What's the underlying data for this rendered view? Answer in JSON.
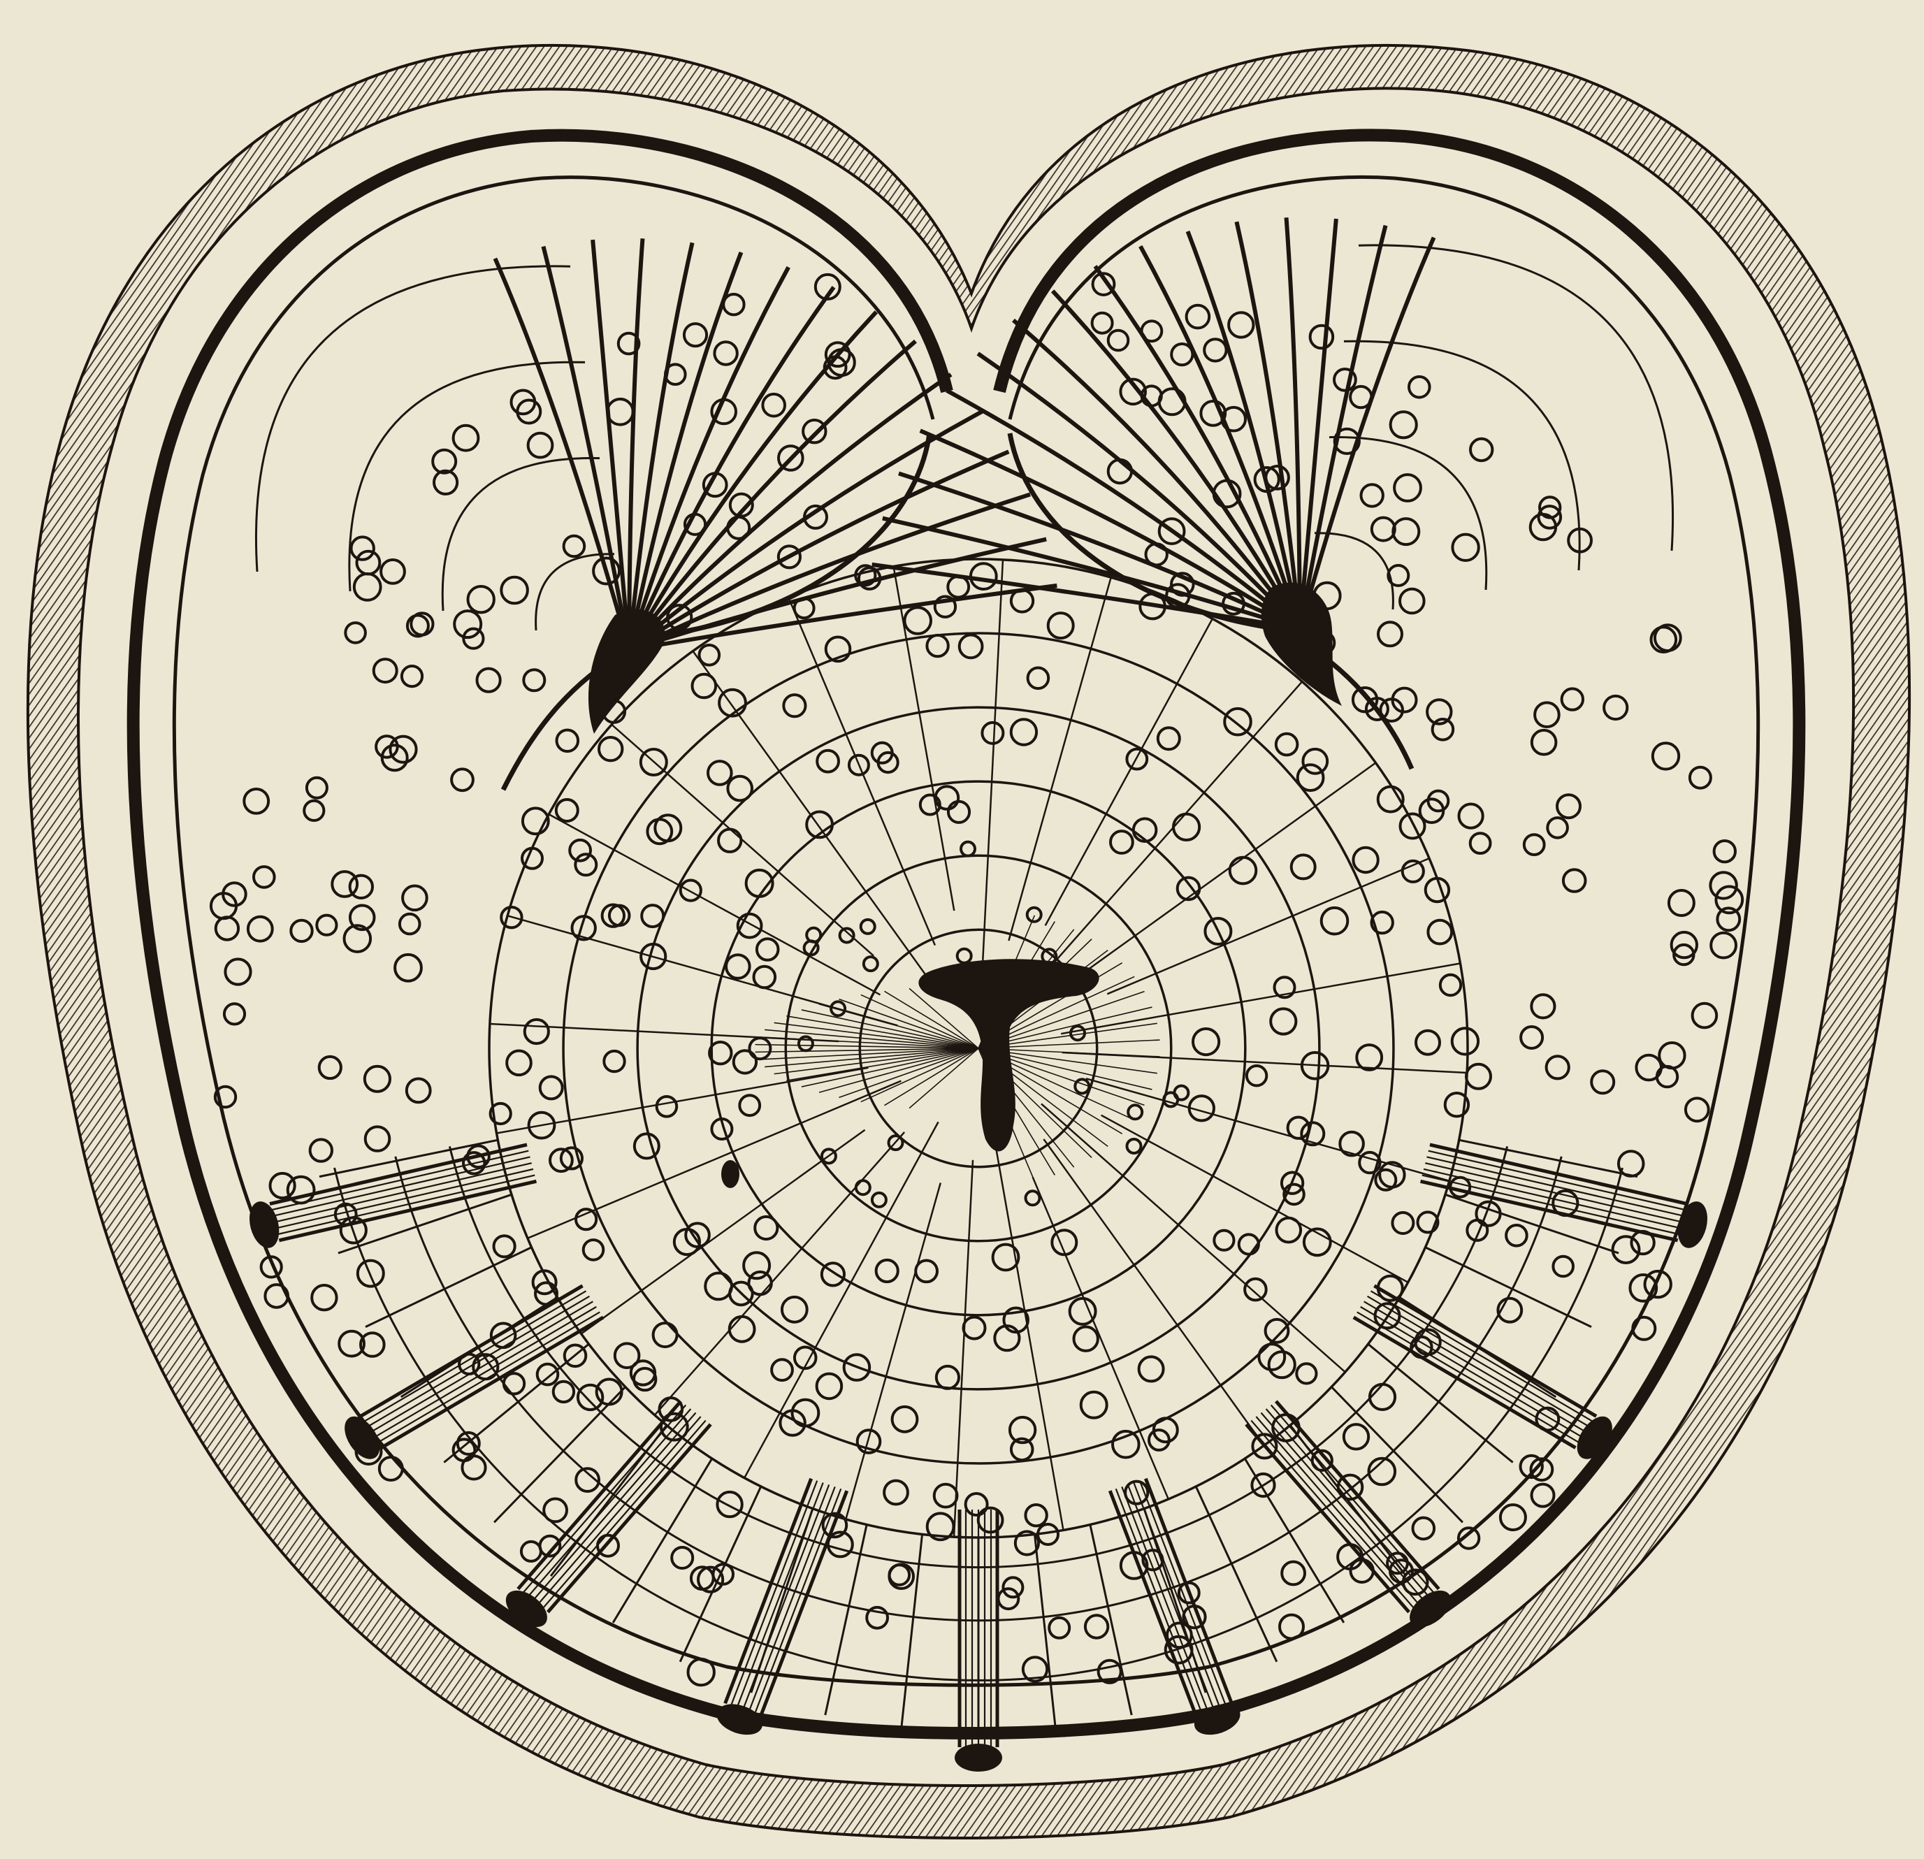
{
  "figure": {
    "kind": "engraved biological cross-section illustration",
    "colors": {
      "paper": "#ece7d3",
      "ink": "#1c1510",
      "hatch": "#3a2f25"
    },
    "components": [
      "outer-hatched-membrane",
      "thick-outer-wall",
      "left-lobe",
      "right-lobe",
      "central-disc",
      "central-dark-body",
      "radial-canals",
      "cell-nuclei"
    ],
    "counts": {
      "radial_canals": 9,
      "central_disc_rings": 6
    }
  }
}
